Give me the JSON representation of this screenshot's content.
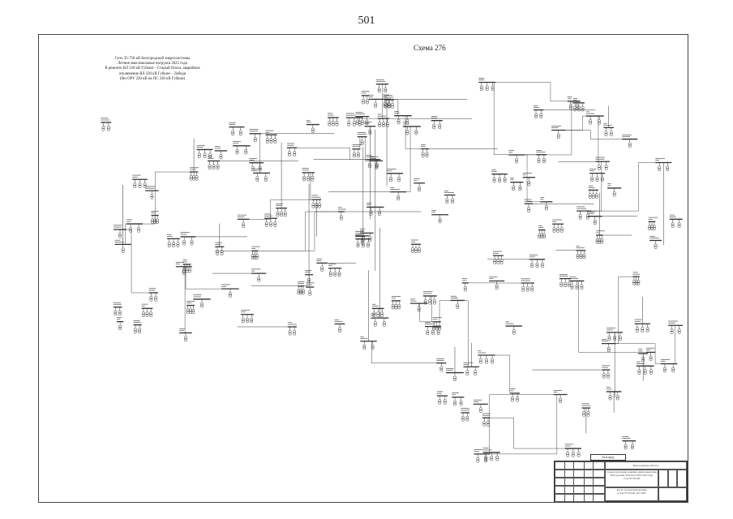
{
  "page_number": "501",
  "scheme_title": "Схема 276",
  "legend_lines": [
    "Сеть 35-750 кВ Белгородской энергосистемы",
    "Летние максимальные нагрузки 2025 года",
    "В ремонте ВЛ 330 кВ Губкин – Старый Оскол, аварийное",
    "отключение ВЛ 330 кВ Губкин – Лебеди",
    "(без ОРУ 220 кВ на ПС 330 кВ Губкин)"
  ],
  "title_block": {
    "top_label": "Белгород",
    "org": "Белгородская область",
    "desc_lines": [
      "Схема и программа развития электроэнергетики",
      "Белгородской области на 2021-2025 годы",
      "Сеть 35-750 кВ"
    ],
    "footer_lines": [
      "Расчет потокораспределения",
      "в сети 35-750 кВ, лето 2025"
    ]
  },
  "colors": {
    "ink": "#333333",
    "paper": "#ffffff"
  }
}
